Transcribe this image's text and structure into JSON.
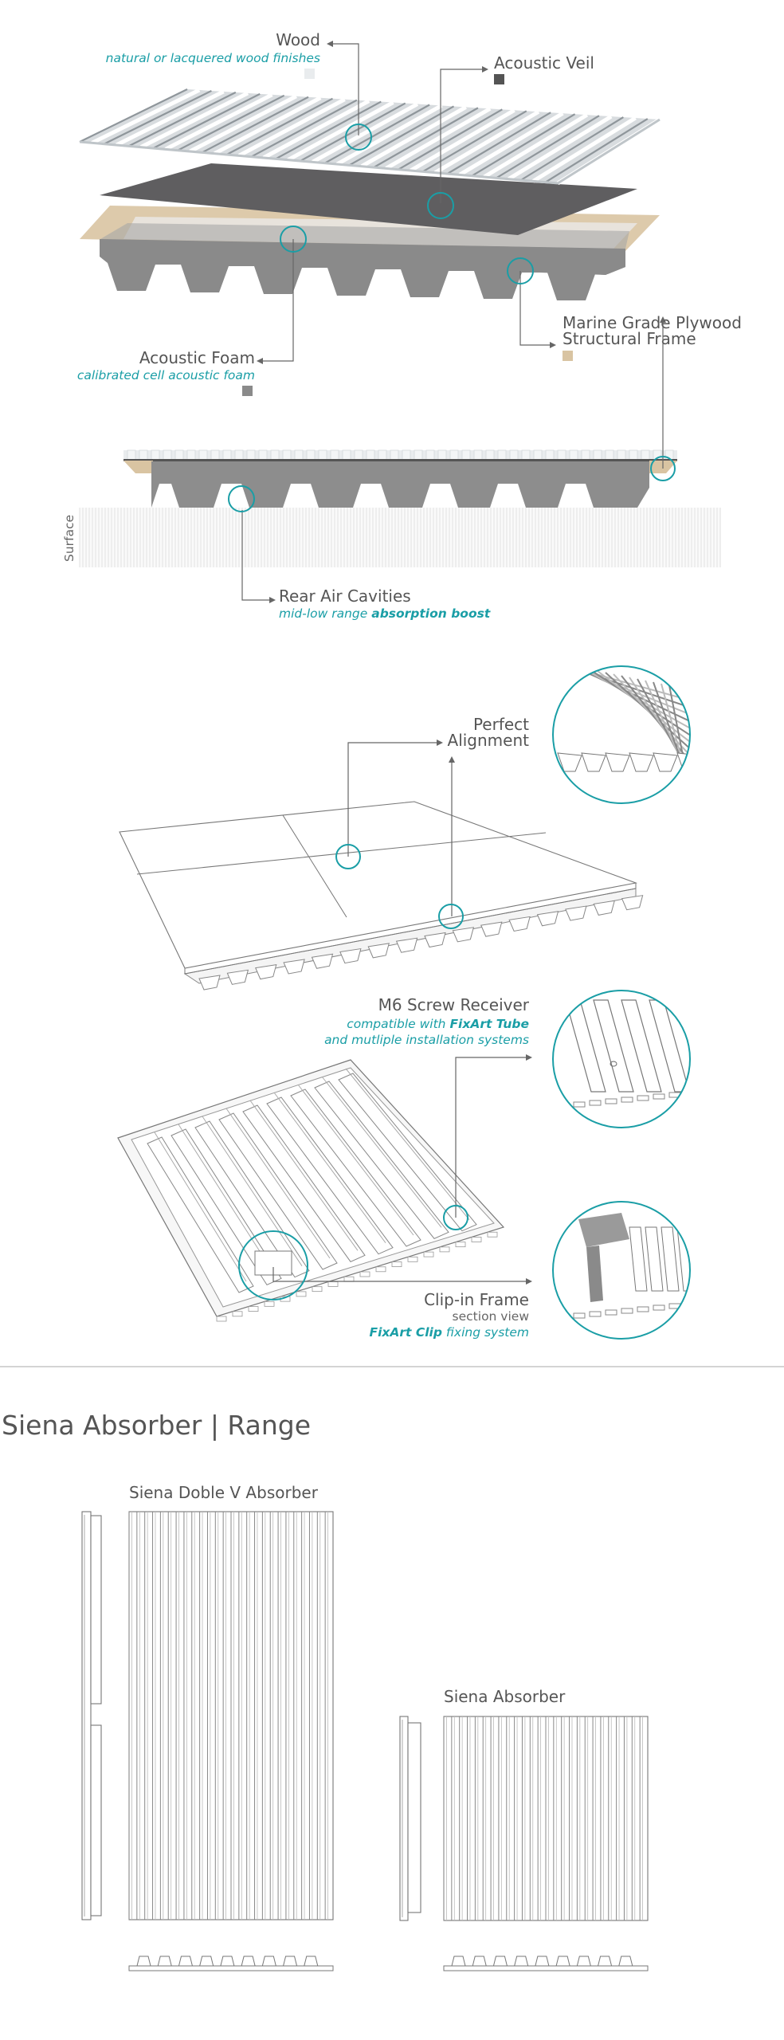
{
  "layers": {
    "wood": {
      "title": "Wood",
      "subtitle": "natural or lacquered wood finishes",
      "swatch": "#e9ecee"
    },
    "veil": {
      "title": "Acoustic Veil",
      "swatch": "#545454"
    },
    "foam": {
      "title": "Acoustic Foam",
      "subtitle": "calibrated cell acoustic foam",
      "swatch": "#8a8a8a"
    },
    "plywood": {
      "line1": "Marine Grade Plywood",
      "line2": "Structural Frame",
      "swatch": "#d9c4a2"
    }
  },
  "section_view": {
    "surface_label": "Surface",
    "rear_title": "Rear Air Cavities",
    "rear_sub_plain": "mid-low range ",
    "rear_sub_bold": "absorption boost"
  },
  "alignment": {
    "line1": "Perfect",
    "line2": "Alignment"
  },
  "screw": {
    "title": "M6 Screw Receiver",
    "sub1_plain": "compatible with ",
    "sub1_bold": "FixArt Tube",
    "sub2": "and mutliple installation systems"
  },
  "clip": {
    "title": "Clip-in Frame",
    "sub1": "section view",
    "sub2_bold": "FixArt Clip",
    "sub2_plain": " fixing system"
  },
  "range": {
    "heading": "Siena Absorber | Range",
    "product1": "Siena Doble V Absorber",
    "product2": "Siena Absorber"
  },
  "colors": {
    "accent": "#1a9ea6",
    "text": "#555555",
    "foam": "#8a8a8a",
    "plywood": "#d9c4a2"
  }
}
